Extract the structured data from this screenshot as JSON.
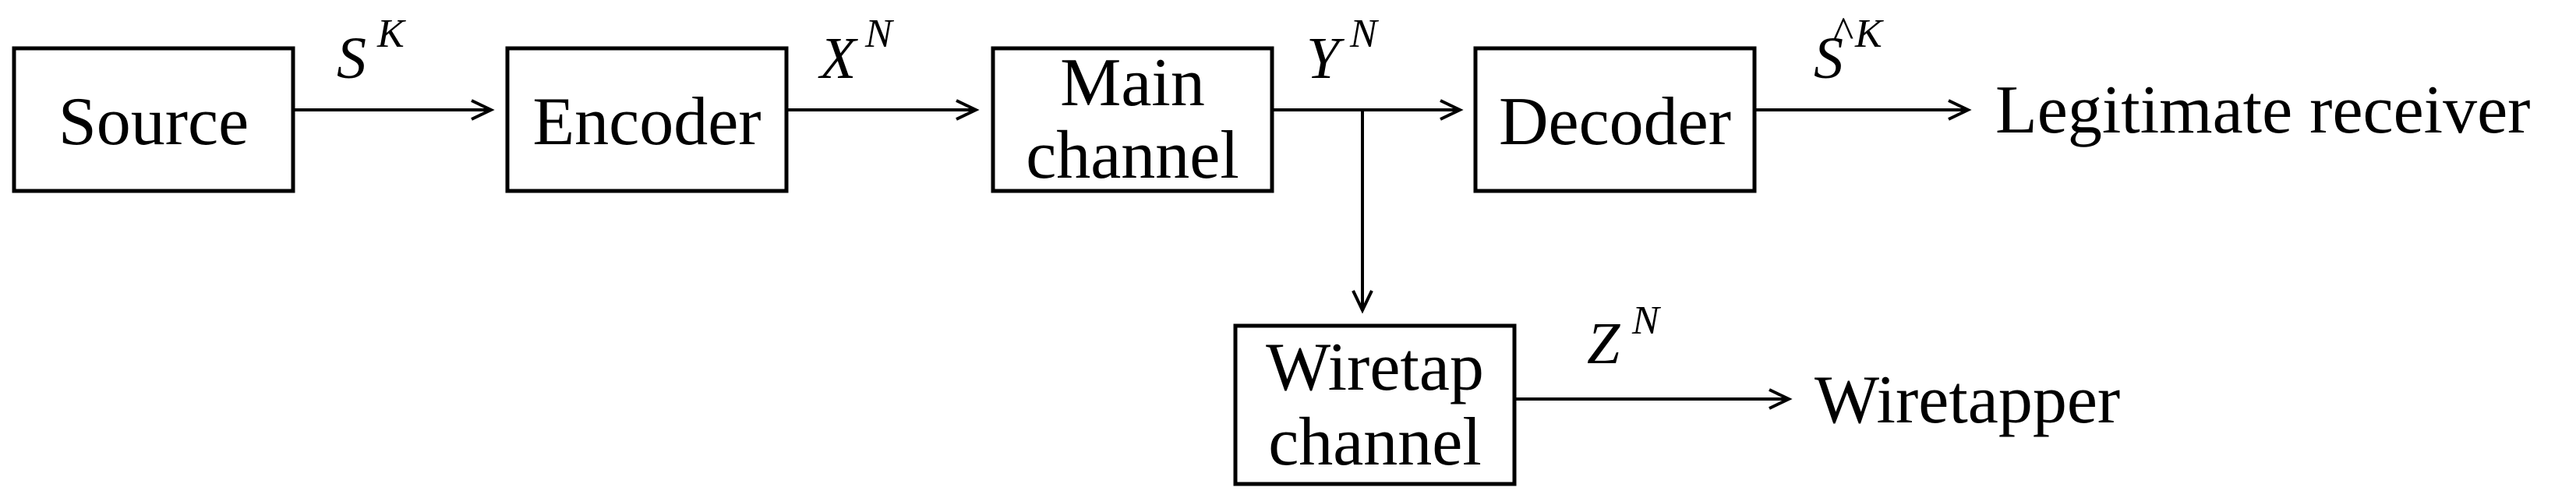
{
  "blocks": {
    "source": "Source",
    "encoder": "Encoder",
    "main_channel": [
      "Main",
      "channel"
    ],
    "decoder": "Decoder",
    "wiretap_channel": [
      "Wiretap",
      "channel"
    ]
  },
  "signals": {
    "source_out": {
      "base": "S",
      "sup": "K"
    },
    "encoder_out": {
      "base": "X",
      "sup": "N"
    },
    "main_out": {
      "base": "Y",
      "sup": "N"
    },
    "decoder_out": {
      "base": "S",
      "hat": "^",
      "sup": "K"
    },
    "wiretap_out": {
      "base": "Z",
      "sup": "N"
    }
  },
  "endpoints": {
    "legitimate_receiver": "Legitimate receiver",
    "wiretapper": "Wiretapper"
  }
}
